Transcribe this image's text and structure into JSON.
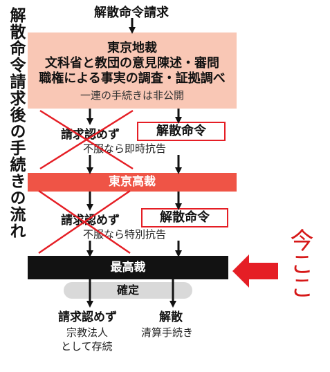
{
  "vertical_title": "解散命令請求後の手続きの流れ",
  "top_label": "解散命令請求",
  "tokyo_district": {
    "title": "東京地裁",
    "line1": "文科省と教団の意見陳述・審問",
    "line2": "職権による事実の調査・証拠調べ",
    "note": "一連の手続きは非公開"
  },
  "level1": {
    "reject": "請求認めず",
    "order": "解散命令",
    "note": "不服なら即時抗告"
  },
  "tokyo_high": {
    "title": "東京高裁"
  },
  "level2": {
    "reject": "請求認めず",
    "order": "解散命令",
    "note": "不服なら特別抗告"
  },
  "supreme": {
    "title": "最高裁"
  },
  "confirm": {
    "title": "確定"
  },
  "outcome": {
    "reject": "請求認めず",
    "reject_note1": "宗教法人",
    "reject_note2": "として存続",
    "dissolve": "解散",
    "dissolve_note": "清算手続き"
  },
  "annotation": "今ここ",
  "colors": {
    "pink": "#f9c7b5",
    "red_bar": "#ef5446",
    "black_bar": "#121212",
    "mark_red": "#e51e25",
    "grey_pill": "#d9d9d9"
  }
}
